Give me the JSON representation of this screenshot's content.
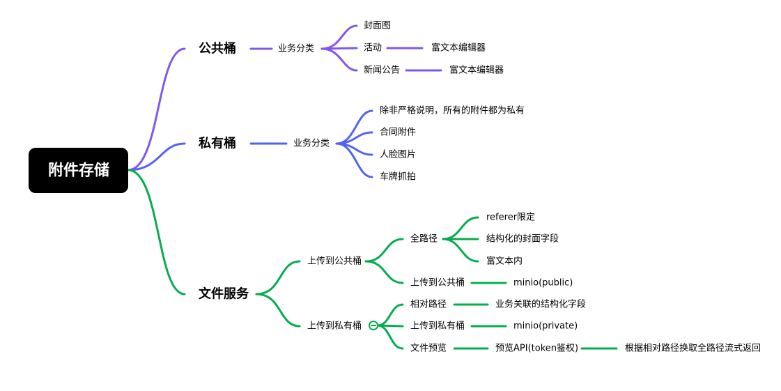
{
  "colors": {
    "purple": "#8158ec",
    "blue": "#5162f6",
    "green": "#05ad4f",
    "root_bg": "#000000"
  },
  "root": "附件存储",
  "public_bucket": {
    "label": "公共桶",
    "category": "业务分类",
    "items": [
      "封面图",
      "活动",
      "新闻公告"
    ],
    "activity_child": "富文本编辑器",
    "news_child": "富文本编辑器"
  },
  "private_bucket": {
    "label": "私有桶",
    "category": "业务分类",
    "items": [
      "除非严格说明，所有的附件都为私有",
      "合同附件",
      "人脸图片",
      "车牌抓拍"
    ]
  },
  "file_service": {
    "label": "文件服务",
    "upload_public": {
      "label": "上传到公共桶",
      "full_path": {
        "label": "全路径",
        "items": [
          "referer限定",
          "结构化的封面字段",
          "富文本内"
        ]
      },
      "upload": {
        "label": "上传到公共桶",
        "child": "minio(public)"
      }
    },
    "upload_private": {
      "label": "上传到私有桶",
      "collapse_icon": "minus-circle-icon",
      "relative_path": {
        "label": "相对路径",
        "child": "业务关联的结构化字段"
      },
      "upload": {
        "label": "上传到私有桶",
        "child": "minio(private)"
      },
      "preview": {
        "label": "文件预览",
        "child": "预览API(token鉴权)",
        "grandchild": "根据相对路径换取全路径流式返回"
      }
    }
  }
}
